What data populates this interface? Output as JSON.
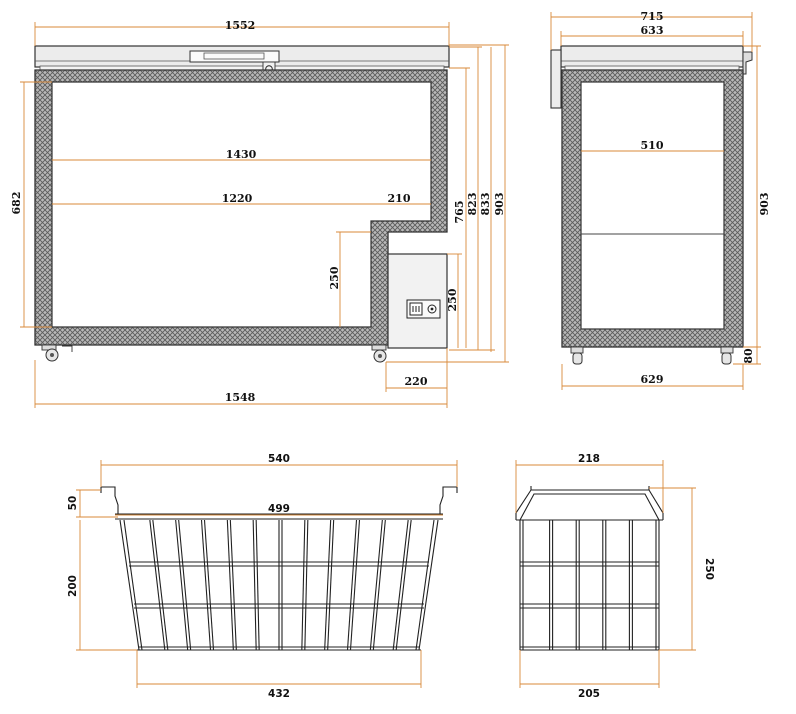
{
  "colors": {
    "dimension_line": "#d8893a",
    "outline": "#333333",
    "insulation": "#9a9a9a",
    "lid": "#e8e8e8",
    "compressor": "#f1f1f1"
  },
  "front_view": {
    "overall_width": "1552",
    "inner_width": "1430",
    "inner_step_width": "1220",
    "step_width": "210",
    "inner_height_left": "682",
    "step_height": "250",
    "compartment_height": "250",
    "height_765": "765",
    "height_823": "823",
    "height_833": "833",
    "height_903": "903",
    "bottom_width": "1548",
    "compartment_width": "220"
  },
  "side_view": {
    "depth_top": "715",
    "depth_lid": "633",
    "inner_depth": "510",
    "height": "903",
    "bottom_depth": "629",
    "foot_height": "80"
  },
  "basket_front": {
    "top_width": "540",
    "inner_width": "499",
    "bottom_width": "432",
    "rim_height": "50",
    "body_height": "200"
  },
  "basket_side": {
    "top_width": "218",
    "bottom_width": "205",
    "height": "250"
  },
  "icons": [
    "compressor-switch-icon",
    "caster-wheel-icon",
    "lid-lock-icon"
  ]
}
